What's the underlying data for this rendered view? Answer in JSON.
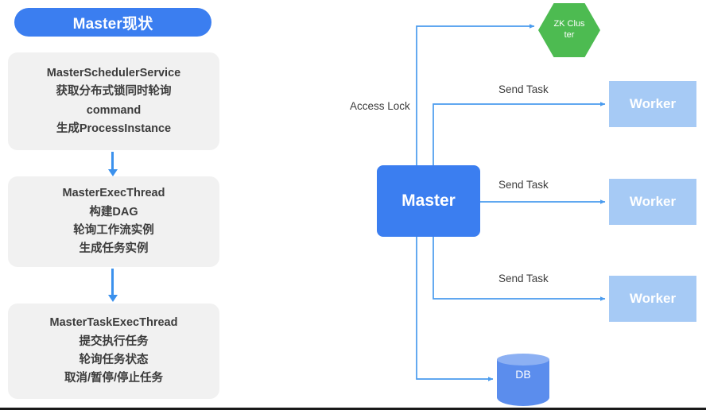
{
  "title_badge": {
    "label": "Master现状"
  },
  "left_flow": {
    "cards": [
      {
        "name": "master-scheduler-service",
        "lines": [
          "MasterSchedulerService",
          "获取分布式锁同时轮询",
          "command",
          "生成ProcessInstance"
        ]
      },
      {
        "name": "master-exec-thread",
        "lines": [
          "MasterExecThread",
          "构建DAG",
          "轮询工作流实例",
          "生成任务实例"
        ]
      },
      {
        "name": "master-task-exec-thread",
        "lines": [
          "MasterTaskExecThread",
          "提交执行任务",
          "轮询任务状态",
          "取消/暂停/停止任务"
        ]
      }
    ]
  },
  "architecture": {
    "master": {
      "label": "Master"
    },
    "zk_cluster": {
      "label": "ZK Cluster"
    },
    "database": {
      "label": "DB"
    },
    "workers": [
      {
        "label": "Worker"
      },
      {
        "label": "Worker"
      },
      {
        "label": "Worker"
      }
    ],
    "edge_labels": {
      "access_lock": "Access Lock",
      "send_task_1": "Send Task",
      "send_task_2": "Send Task",
      "send_task_3": "Send Task"
    }
  },
  "colors": {
    "brand_blue": "#3b7ef0",
    "worker_blue": "#a6caf5",
    "zk_green": "#4dbb51",
    "db_blue": "#5b8ded",
    "wire_blue": "#4a9bee",
    "card_gray": "#f1f1f1",
    "text_dark": "#3c3c3c"
  }
}
